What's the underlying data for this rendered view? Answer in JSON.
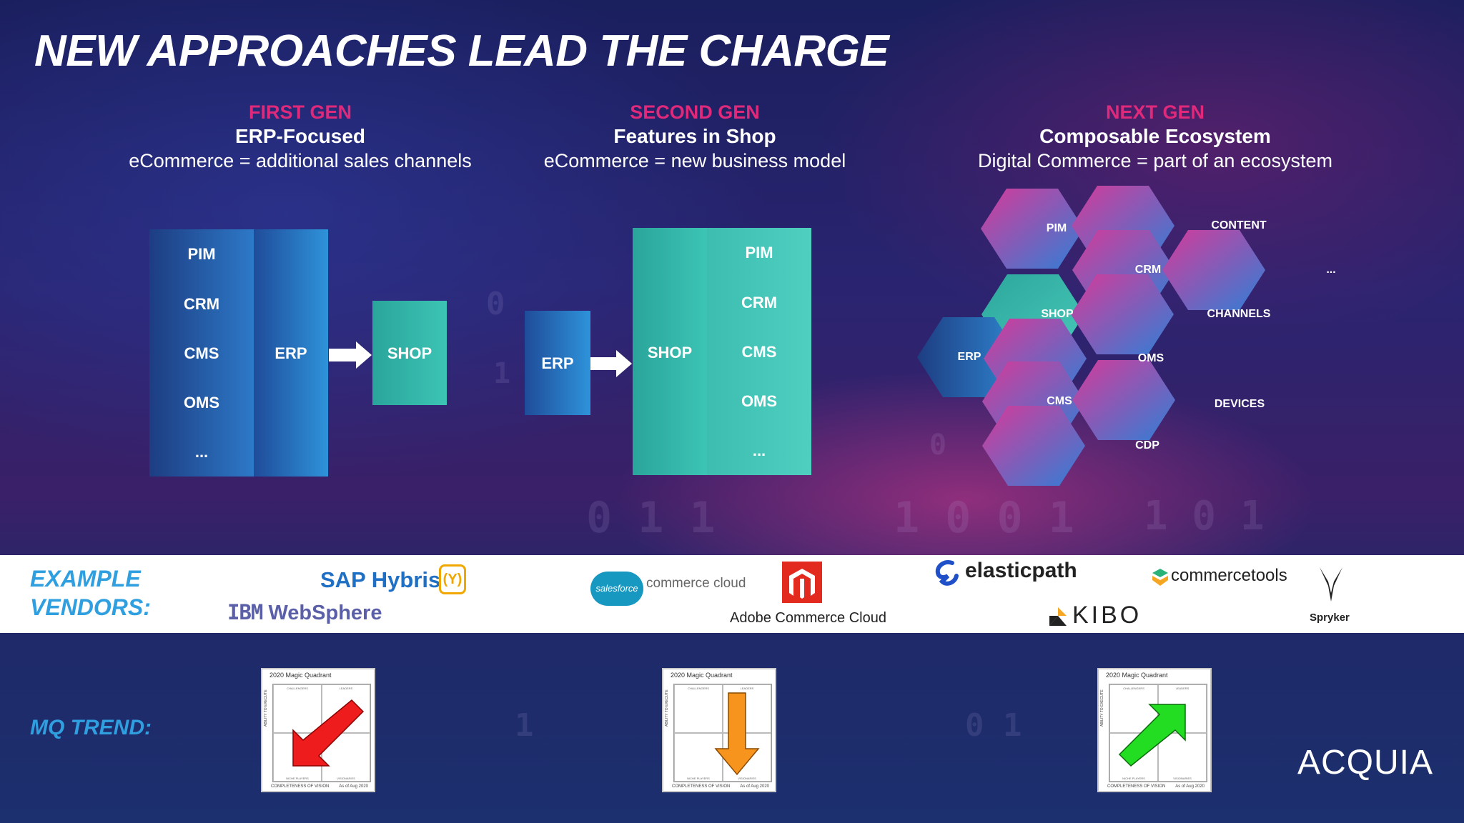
{
  "title": "NEW APPROACHES LEAD THE CHARGE",
  "columns": [
    {
      "gen": "FIRST GEN",
      "subtitle": "ERP-Focused",
      "description": "eCommerce = additional sales channels"
    },
    {
      "gen": "SECOND GEN",
      "subtitle": "Features in Shop",
      "description": "eCommerce = new business model"
    },
    {
      "gen": "NEXT GEN",
      "subtitle": "Composable Ecosystem",
      "description": "Digital Commerce = part of an ecosystem"
    }
  ],
  "first_gen": {
    "modules": [
      "PIM",
      "CRM",
      "CMS",
      "OMS",
      "..."
    ],
    "erp": "ERP",
    "shop": "SHOP"
  },
  "second_gen": {
    "erp": "ERP",
    "shop": "SHOP",
    "modules": [
      "PIM",
      "CRM",
      "CMS",
      "OMS",
      "..."
    ]
  },
  "next_gen": {
    "hexes": {
      "pim": "PIM",
      "content": "CONTENT",
      "crm": "CRM",
      "more": "...",
      "shop": "SHOP",
      "channels": "CHANNELS",
      "erp": "ERP",
      "oms": "OMS",
      "cms": "CMS",
      "devices": "DEVICES",
      "cdp": "CDP"
    }
  },
  "vendors": {
    "label_line1": "EXAMPLE",
    "label_line2": "VENDORS:",
    "sap": "SAP Hybris",
    "sap_mark": "(Y)",
    "ibm_prefix": "IBM",
    "ibm": "WebSphere",
    "salesforce_badge": "salesforce",
    "salesforce_text": "commerce cloud",
    "adobe": "Adobe Commerce Cloud",
    "elasticpath": "elasticpath",
    "commercetools": "commercetools",
    "kibo": "KIBO",
    "spryker": "Spryker"
  },
  "mq": {
    "label": "MQ TREND:",
    "card_title": "2020 Magic Quadrant",
    "challengers": "CHALLENGERS",
    "leaders": "LEADERS",
    "niche": "NICHE PLAYERS",
    "visionaries": "VISIONARIES",
    "x_axis": "COMPLETENESS OF VISION",
    "as_of": "As of Aug 2020",
    "y_axis": "ABILITY TO EXECUTE",
    "trends": [
      "down-left",
      "down",
      "up-right"
    ],
    "colors": [
      "#ee1c1c",
      "#f7941d",
      "#22dd22"
    ]
  },
  "brand": "ACQUIA",
  "colors": {
    "accent_pink": "#e0297a",
    "accent_blue": "#2f9fe0",
    "teal": "#3cc4b5"
  }
}
